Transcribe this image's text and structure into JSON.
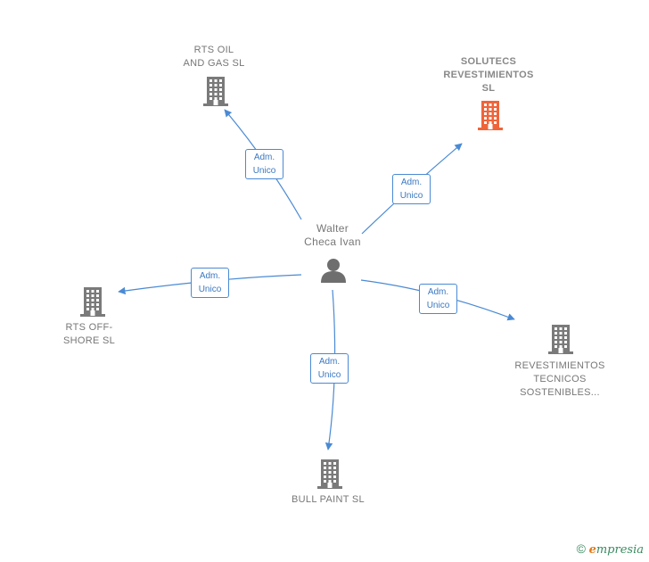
{
  "colors": {
    "edge": "#4a8ad4",
    "company": "#7a7a7a",
    "company_highlight": "#f0643a",
    "person": "#6e6e6e"
  },
  "center": {
    "name": "Walter\nCheca Ivan",
    "icon": "person-icon"
  },
  "nodes": [
    {
      "id": "rts-oil",
      "label": "RTS OIL\nAND GAS  SL",
      "icon": "building-icon",
      "highlight": false
    },
    {
      "id": "solutecs",
      "label": "SOLUTECS\nREVESTIMIENTOS\nSL",
      "icon": "building-icon",
      "highlight": true
    },
    {
      "id": "rts-offshore",
      "label": "RTS OFF-\nSHORE  SL",
      "icon": "building-icon",
      "highlight": false
    },
    {
      "id": "revestimientos",
      "label": "REVESTIMIENTOS\nTECNICOS\nSOSTENIBLES...",
      "icon": "building-icon",
      "highlight": false
    },
    {
      "id": "bull-paint",
      "label": "BULL PAINT  SL",
      "icon": "building-icon",
      "highlight": false
    }
  ],
  "edges": [
    {
      "to": "rts-oil",
      "label": "Adm.\nUnico"
    },
    {
      "to": "solutecs",
      "label": "Adm.\nUnico"
    },
    {
      "to": "rts-offshore",
      "label": "Adm.\nUnico"
    },
    {
      "to": "revestimientos",
      "label": "Adm.\nUnico"
    },
    {
      "to": "bull-paint",
      "label": "Adm.\nUnico"
    }
  ],
  "brand": {
    "copyright": "©",
    "initial": "e",
    "name": "mpresia"
  }
}
